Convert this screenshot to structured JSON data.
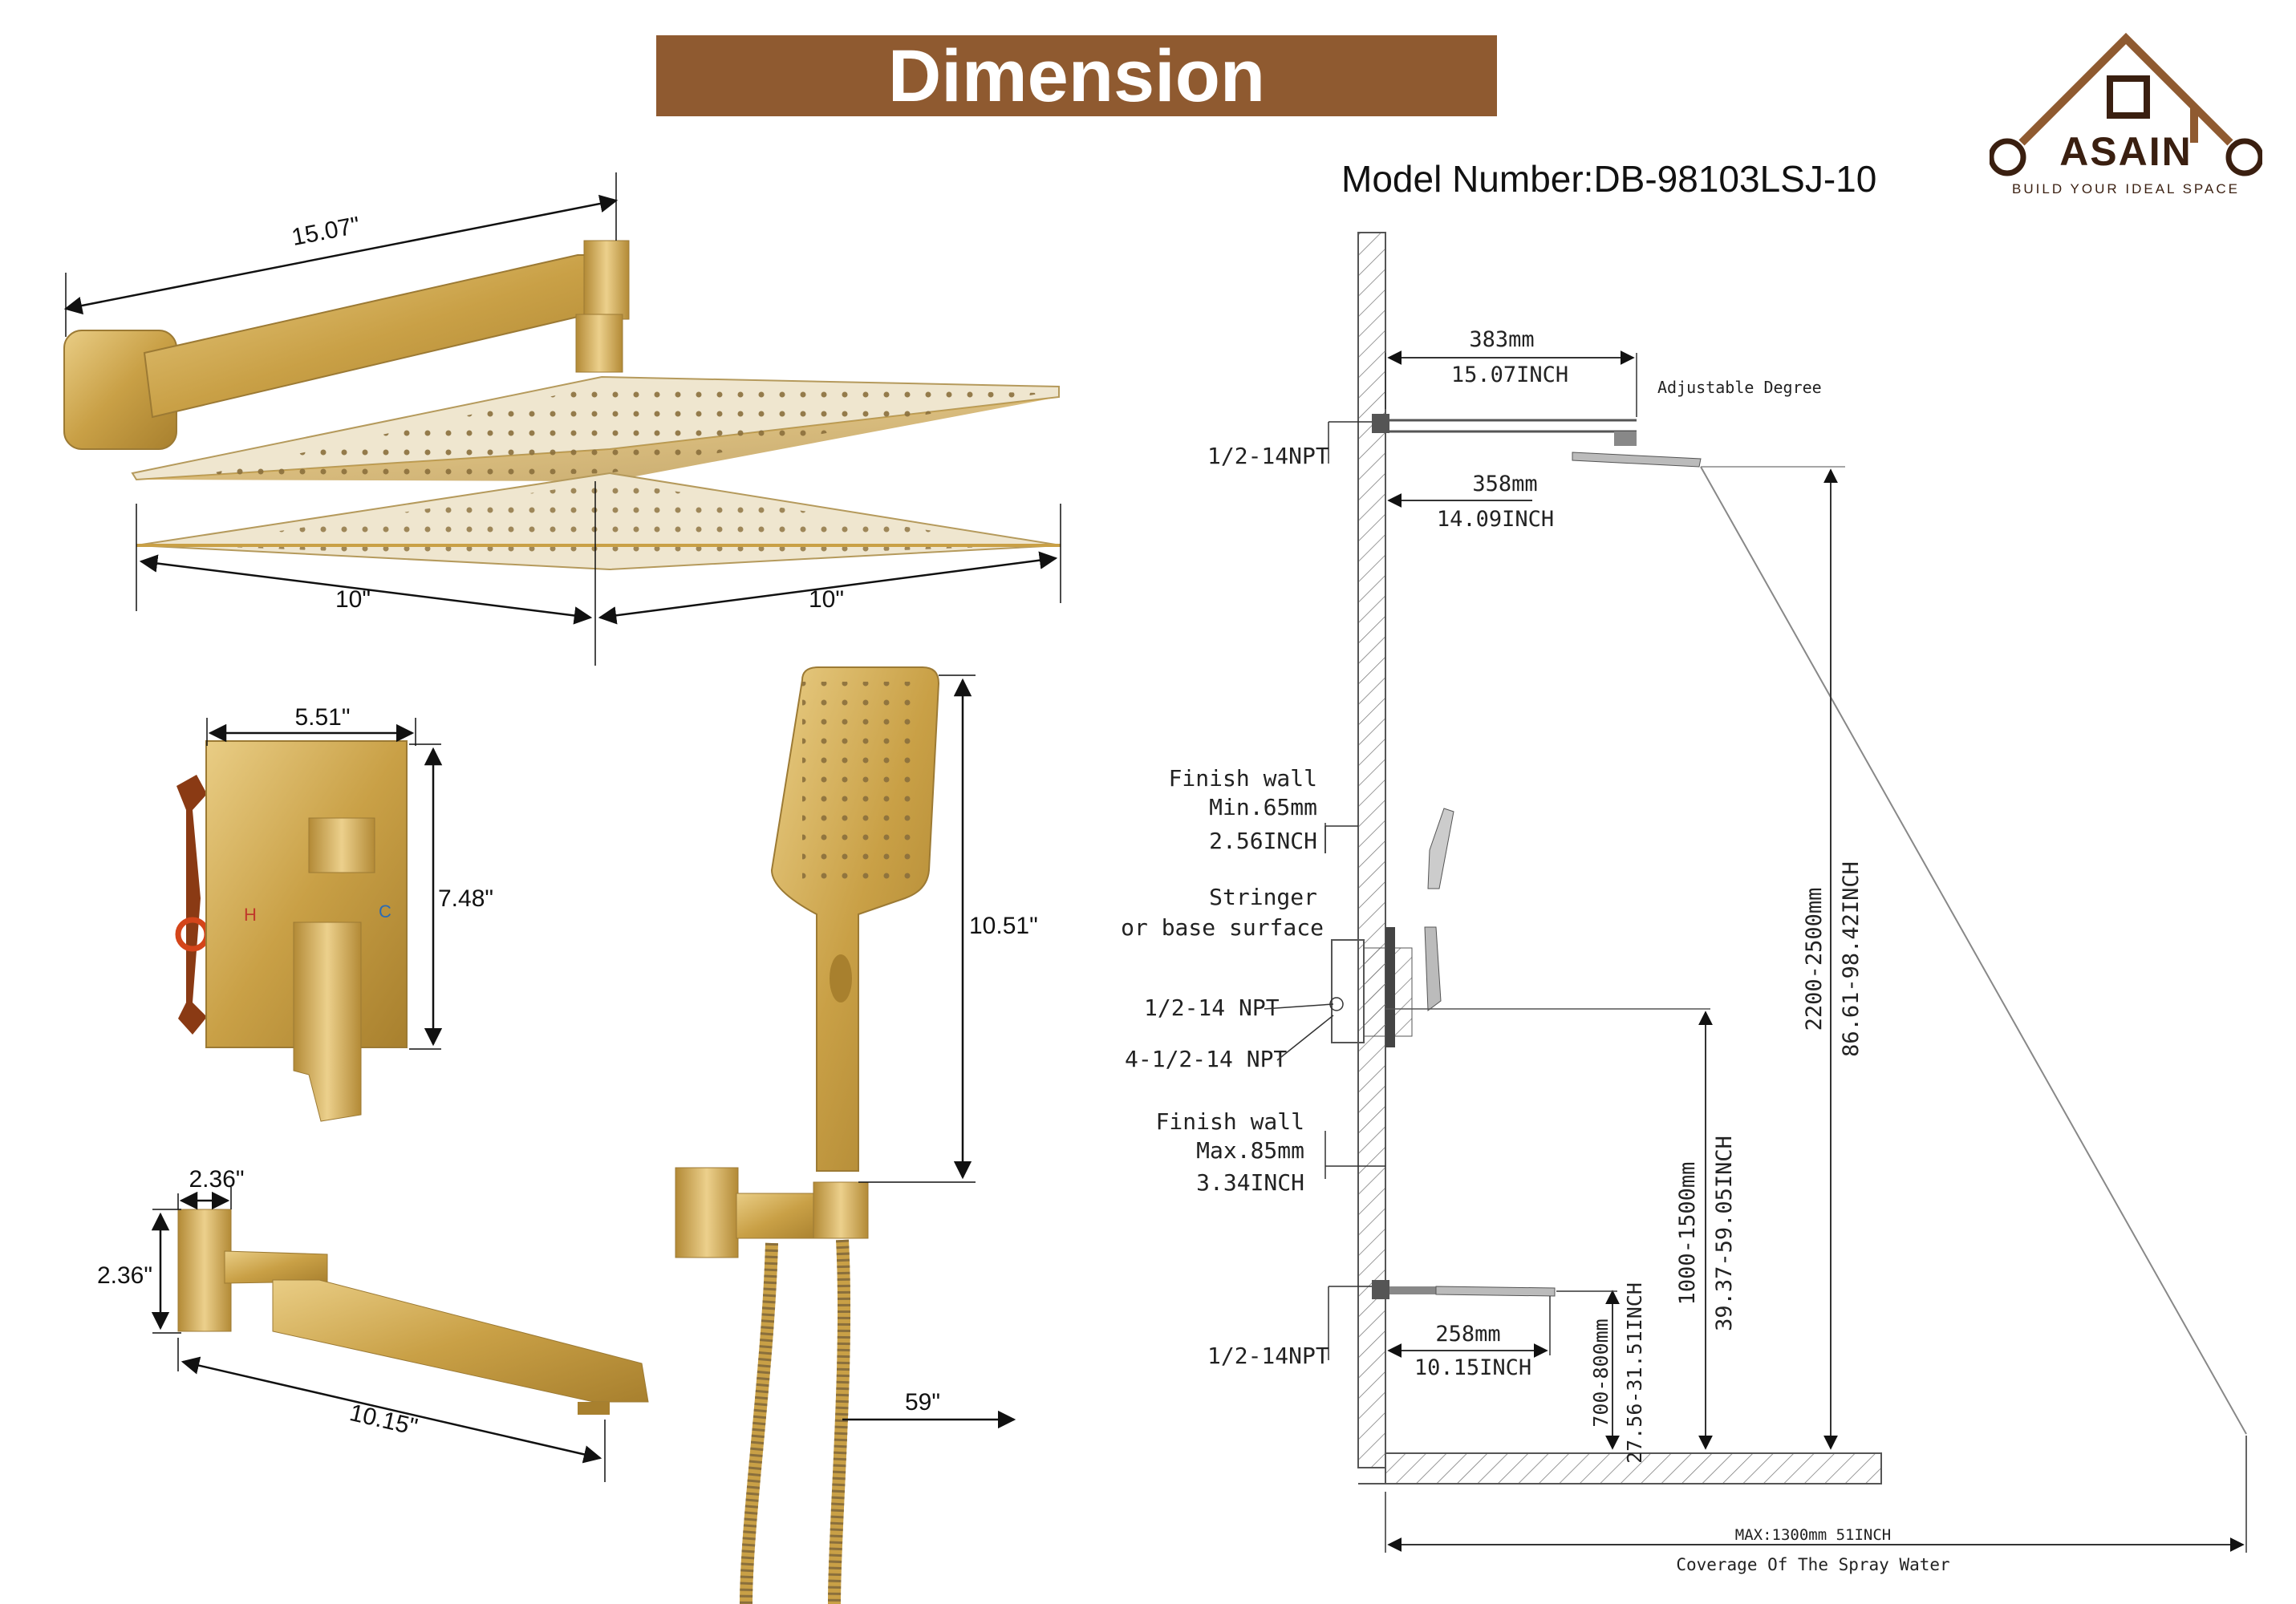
{
  "header": {
    "title": "Dimension",
    "model_number": "Model Number:DB-98103LSJ-10"
  },
  "logo": {
    "brand": "ASAIN",
    "tagline": "BUILD YOUR IDEAL SPACE",
    "icon": "house-logo-icon"
  },
  "colors": {
    "banner": "#8f5a30",
    "gold": "#c9a046",
    "brand": "#3a1f10"
  },
  "product_dims": {
    "arm_length": "15.07\"",
    "head_half_left": "10\"",
    "head_half_right": "10\"",
    "valve_width": "5.51\"",
    "valve_height": "7.48\"",
    "valve_hot": "H",
    "valve_cold": "C",
    "handheld_height": "10.51\"",
    "hose_length": "59\"",
    "spout_top": "2.36\"",
    "spout_side": "2.36\"",
    "spout_length": "10.15\""
  },
  "install": {
    "arm_mm": "383mm",
    "arm_inch": "15.07INCH",
    "adjustable": "Adjustable Degree",
    "top_npt": "1/2-14NPT",
    "head_mm": "358mm",
    "head_inch": "14.09INCH",
    "finish_min_1": "Finish wall",
    "finish_min_2": "Min.65mm",
    "finish_min_3": "2.56INCH",
    "stringer_1": "Stringer",
    "stringer_2": "or base surface",
    "npt_mid": "1/2-14 NPT",
    "npt_4": "4-1/2-14 NPT",
    "finish_max_1": "Finish wall",
    "finish_max_2": "Max.85mm",
    "finish_max_3": "3.34INCH",
    "bottom_npt": "1/2-14NPT",
    "spout_mm": "258mm",
    "spout_inch": "10.15INCH",
    "h_total_mm": "2200-2500mm",
    "h_total_inch": "86.61-98.42INCH",
    "h_valve_mm": "1000-1500mm",
    "h_valve_inch": "39.37-59.05INCH",
    "h_spout_mm": "700-800mm",
    "h_spout_inch": "27.56-31.51INCH",
    "coverage_max": "MAX:1300mm 51INCH",
    "coverage_label": "Coverage Of The Spray Water"
  }
}
